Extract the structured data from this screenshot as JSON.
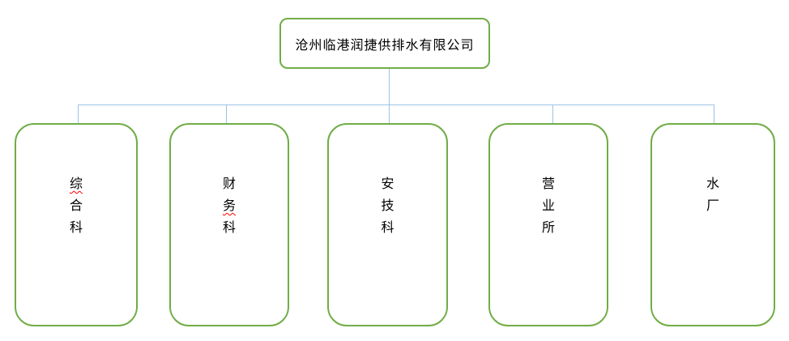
{
  "colors": {
    "box_border": "#70AD47",
    "box_fill": "#FFFFFF",
    "connector": "#9DC3E6",
    "text": "#000000",
    "spellcheck_underline": "#FF0000"
  },
  "org_chart": {
    "type": "org-tree",
    "root": {
      "label": "沧州临港润捷供排水有限公司"
    },
    "children": [
      {
        "name": "综合科",
        "chars": [
          "综",
          "合",
          "科"
        ],
        "squiggle_index": 0
      },
      {
        "name": "财务科",
        "chars": [
          "财",
          "务",
          "科"
        ],
        "squiggle_index": 1
      },
      {
        "name": "安技科",
        "chars": [
          "安",
          "技",
          "科"
        ],
        "squiggle_index": -1
      },
      {
        "name": "营业所",
        "chars": [
          "营",
          "业",
          "所"
        ],
        "squiggle_index": -1
      },
      {
        "name": "水厂",
        "chars": [
          "水",
          "厂"
        ],
        "squiggle_index": -1
      }
    ]
  }
}
